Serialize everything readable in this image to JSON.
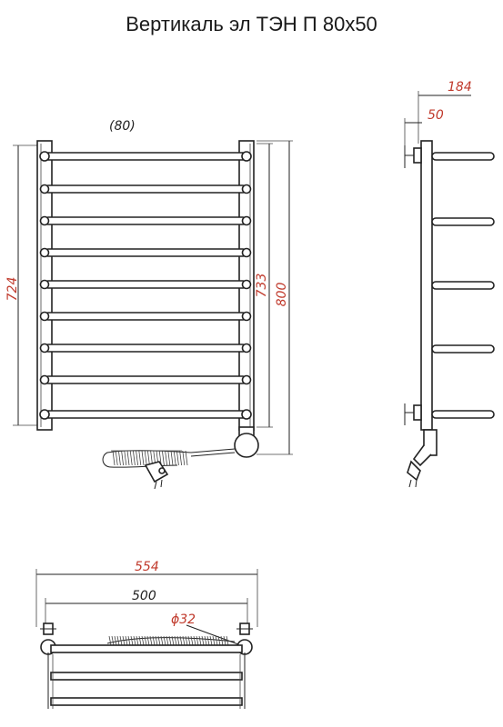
{
  "title": "Вертикаль эл ТЭН П 80х50",
  "front_view": {
    "top_note": "(80)",
    "dim_left": "724",
    "dim_inner": "733",
    "dim_total": "800"
  },
  "side_view": {
    "dim_depth": "184",
    "dim_offset": "50"
  },
  "top_view": {
    "dim_overall": "554",
    "dim_center": "500",
    "dim_pipe": "ϕ32"
  },
  "colors": {
    "dimension": "#c0392b",
    "line": "#222222"
  }
}
